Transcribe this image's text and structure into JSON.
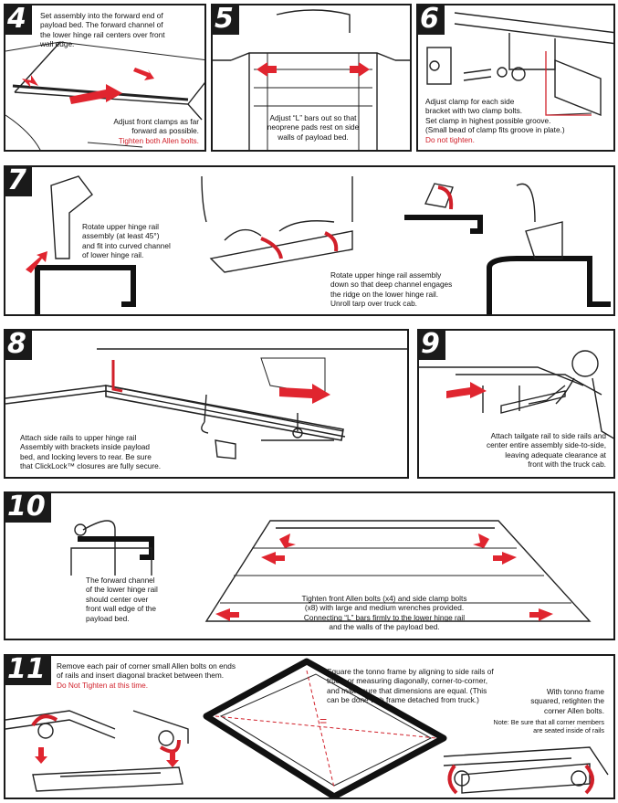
{
  "steps": [
    {
      "number": "4",
      "lines": [
        "Set assembly into the forward end of",
        "payload bed. The forward channel of",
        "the lower hinge rail centers over front",
        "wall edge."
      ],
      "sub": [
        "Adjust front clamps as far",
        "forward as possible."
      ],
      "warning": "Tighten both Allen bolts."
    },
    {
      "number": "5",
      "lines": [
        "Adjust “L” bars out so that",
        "neoprene pads rest on side",
        "walls of payload bed."
      ]
    },
    {
      "number": "6",
      "lines": [
        "Adjust clamp for each side",
        "bracket with two clamp bolts.",
        "Set clamp in highest possible groove.",
        "(Small bead of clamp fits groove in plate.)"
      ],
      "warning": "Do not tighten."
    },
    {
      "number": "7",
      "lines": [
        "Rotate upper hinge rail",
        "assembly (at least 45°)",
        "and fit into curved channel",
        "of lower hinge rail."
      ],
      "lines2": [
        "Rotate upper hinge rail assembly",
        "down so that deep channel engages",
        "the ridge on the lower hinge rail.",
        "Unroll tarp over truck cab."
      ]
    },
    {
      "number": "8",
      "lines": [
        "Attach side rails to upper hinge rail",
        "Assembly with brackets inside payload",
        "bed, and locking levers to rear. Be sure",
        "that ClickLock™ closures are fully secure."
      ]
    },
    {
      "number": "9",
      "lines": [
        "Attach tailgate rail to side rails and",
        "center entire assembly side-to-side,",
        "leaving adequate clearance at",
        "front with the truck cab."
      ]
    },
    {
      "number": "10",
      "lines": [
        "The forward channel",
        "of the lower hinge rail",
        "should center over",
        "front wall edge of the",
        "payload bed."
      ],
      "lines2": [
        "Tighten front Allen bolts (x4) and side clamp bolts",
        "(x8) with large and medium wrenches provided.",
        "Connecting “L” bars firmly to the  lower hinge rail",
        "and the walls of the payload bed."
      ]
    },
    {
      "number": "11",
      "lines": [
        "Remove each pair of corner small Allen bolts on ends",
        "of rails and insert diagonal bracket between them."
      ],
      "warning": "Do Not Tighten at this time.",
      "lines2": [
        "Square the tonno frame by aligning to side rails of",
        "truck, or measuring diagonally, corner-to-corner,",
        "and make sure that dimensions are equal. (This",
        "can be done with frame detached from truck.)"
      ],
      "lines3": [
        "With tonno frame",
        "squared, retighten the",
        "corner Allen bolts."
      ],
      "note": [
        "Note: Be sure that all corner members",
        "are seated inside of rails"
      ]
    }
  ],
  "colors": {
    "accent": "#d1202a",
    "ink": "#1a1a1a"
  }
}
